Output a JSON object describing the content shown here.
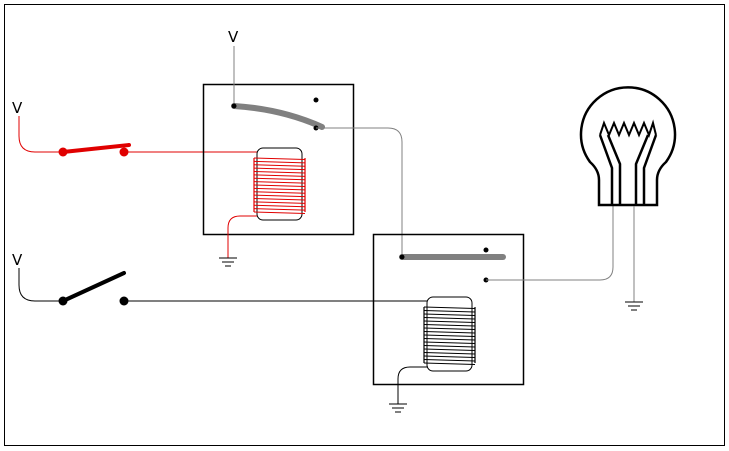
{
  "diagram": {
    "supply_label": "V",
    "colors": {
      "energized": "#e00000",
      "conductor": "#000000",
      "contact_arm": "#808080",
      "wire_gray": "#808080",
      "background": "#ffffff"
    },
    "components": [
      {
        "name": "supply-1",
        "kind": "voltage-source"
      },
      {
        "name": "supply-2",
        "kind": "voltage-source"
      },
      {
        "name": "supply-3",
        "kind": "voltage-source"
      },
      {
        "name": "switch-1",
        "kind": "switch",
        "state": "closed",
        "energized": true
      },
      {
        "name": "switch-2",
        "kind": "switch",
        "state": "open",
        "energized": false
      },
      {
        "name": "relay-1",
        "kind": "relay",
        "coil_energized": true,
        "contact": "closed"
      },
      {
        "name": "relay-2",
        "kind": "relay",
        "coil_energized": false,
        "contact": "open"
      },
      {
        "name": "lamp",
        "kind": "incandescent-lamp"
      },
      {
        "name": "ground-1",
        "kind": "ground"
      },
      {
        "name": "ground-2",
        "kind": "ground"
      },
      {
        "name": "ground-3",
        "kind": "ground"
      }
    ],
    "icons": [
      "voltage-source-icon",
      "switch-icon",
      "relay-coil-icon",
      "lamp-icon",
      "ground-icon"
    ]
  }
}
